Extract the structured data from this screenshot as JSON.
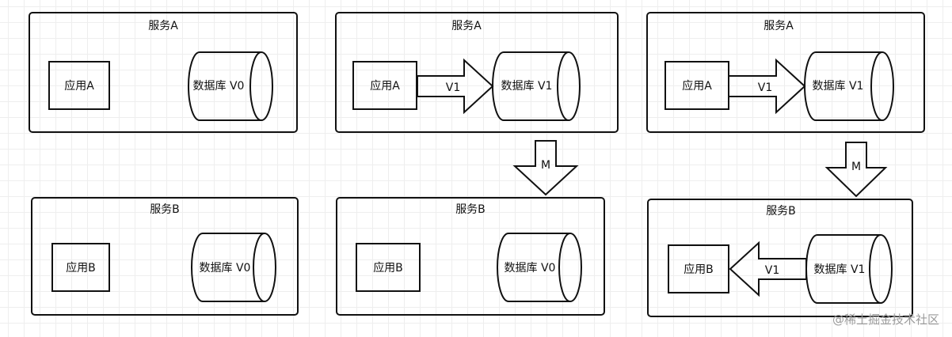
{
  "diagram": {
    "columns": [
      {
        "top": {
          "title": "服务A",
          "app": "应用A",
          "db": "数据库 V0",
          "arrow": ""
        },
        "middle_arrow": "",
        "bottom": {
          "title": "服务B",
          "app": "应用B",
          "db": "数据库 V0",
          "arrow": ""
        }
      },
      {
        "top": {
          "title": "服务A",
          "app": "应用A",
          "db": "数据库 V1",
          "arrow": "V1"
        },
        "middle_arrow": "M",
        "bottom": {
          "title": "服务B",
          "app": "应用B",
          "db": "数据库 V0",
          "arrow": ""
        }
      },
      {
        "top": {
          "title": "服务A",
          "app": "应用A",
          "db": "数据库 V1",
          "arrow": "V1"
        },
        "middle_arrow": "M",
        "bottom": {
          "title": "服务B",
          "app": "应用B",
          "db": "数据库 V1",
          "arrow": "V1"
        }
      }
    ]
  },
  "watermark": "@稀土掘金技术社区"
}
